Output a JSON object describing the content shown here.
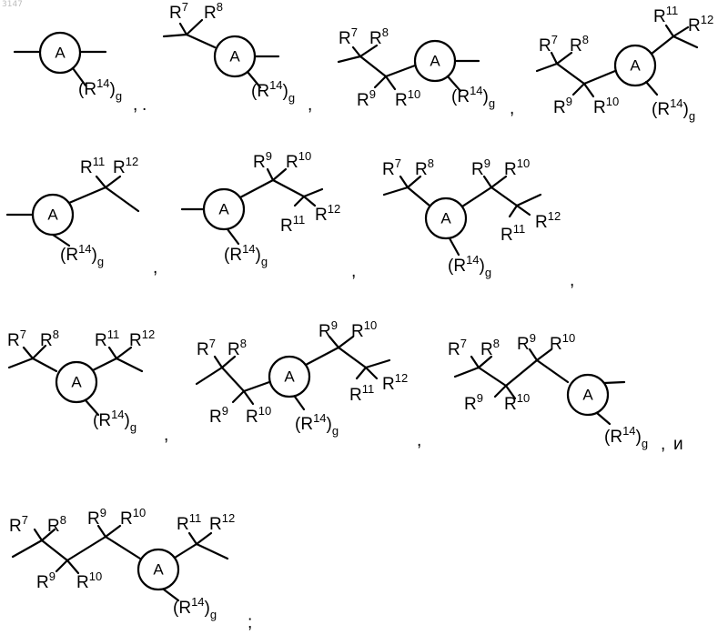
{
  "page_number": "3147",
  "ring_label": "A",
  "substituent_labels": {
    "r7": [
      "R",
      "7"
    ],
    "r8": [
      "R",
      "8"
    ],
    "r9": [
      "R",
      "9"
    ],
    "r10": [
      "R",
      "10"
    ],
    "r11": [
      "R",
      "11"
    ],
    "r12": [
      "R",
      "12"
    ],
    "r14": [
      "(R",
      "14",
      ")",
      "g"
    ]
  },
  "separators": {
    "s1": ",",
    "s1_dot": ".",
    "s2": ",",
    "s3": ",",
    "s4": ",",
    "s5": ",",
    "s6": ",",
    "s7": ",",
    "s8": ",",
    "s9": ",",
    "s9_word": "и",
    "s10": ";"
  }
}
